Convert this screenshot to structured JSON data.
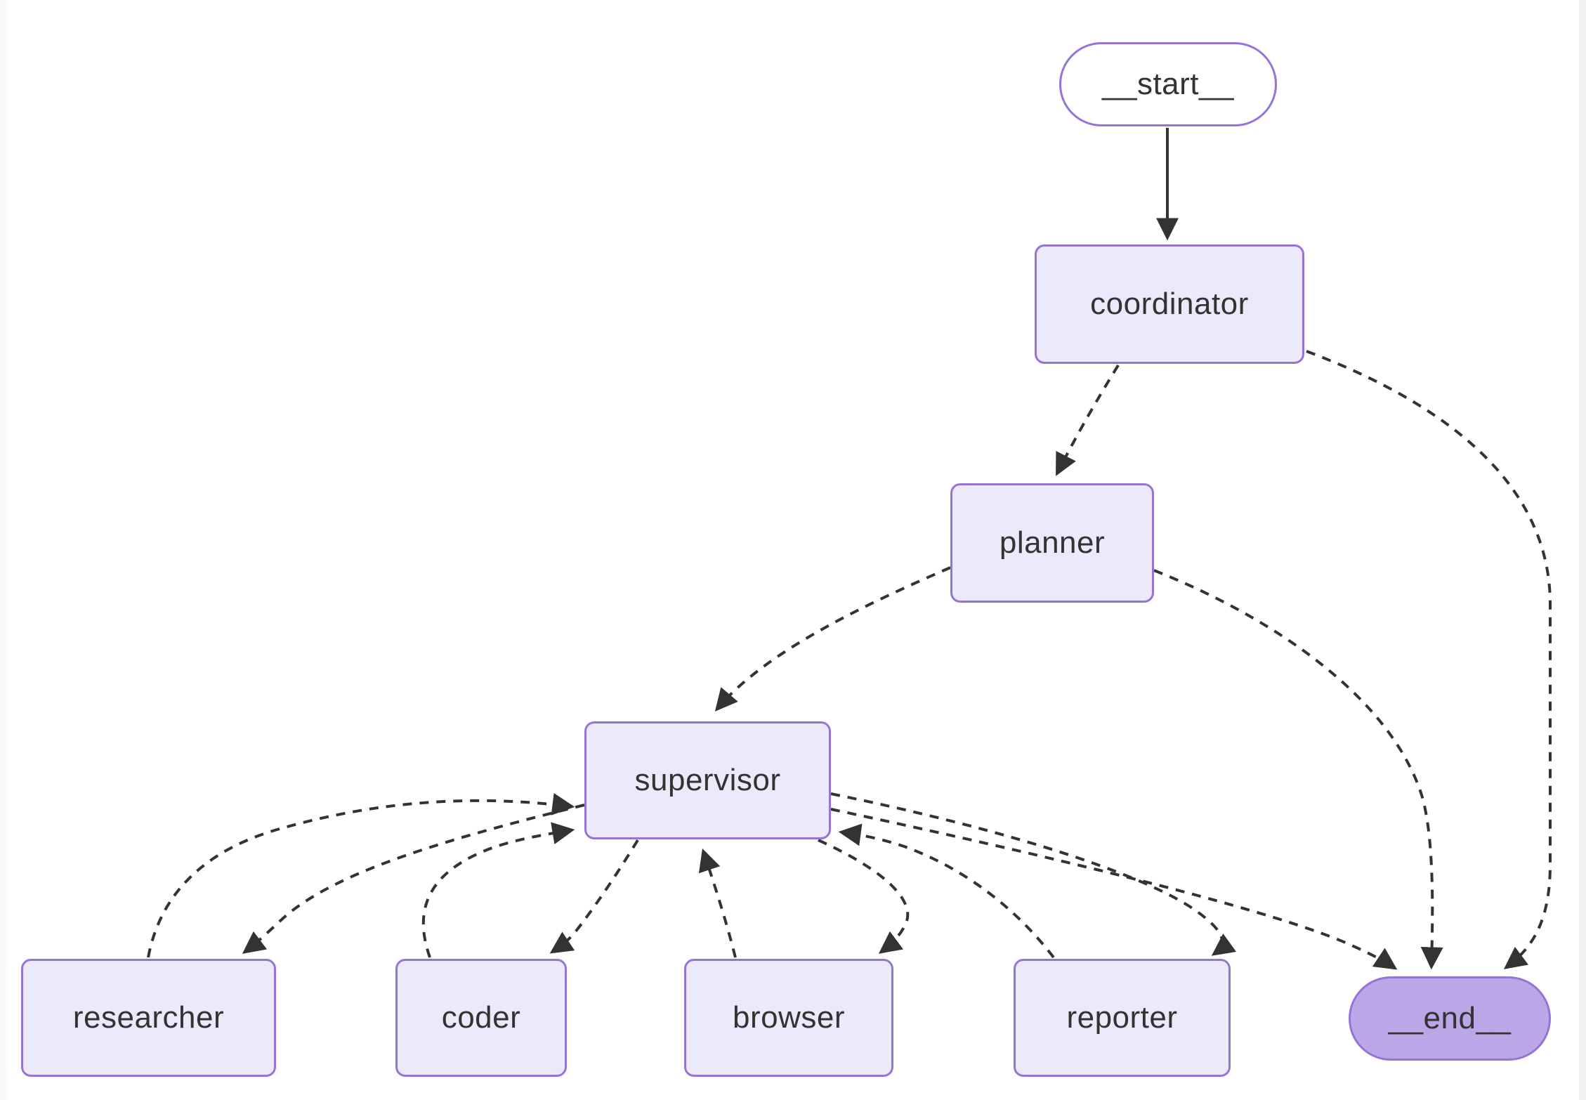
{
  "diagram": {
    "kind": "flowchart",
    "direction": "top-down",
    "nodes": [
      {
        "id": "__start__",
        "label": "__start__",
        "shape": "pill"
      },
      {
        "id": "coordinator",
        "label": "coordinator",
        "shape": "rect"
      },
      {
        "id": "planner",
        "label": "planner",
        "shape": "rect"
      },
      {
        "id": "supervisor",
        "label": "supervisor",
        "shape": "rect"
      },
      {
        "id": "researcher",
        "label": "researcher",
        "shape": "rect"
      },
      {
        "id": "coder",
        "label": "coder",
        "shape": "rect"
      },
      {
        "id": "browser",
        "label": "browser",
        "shape": "rect"
      },
      {
        "id": "reporter",
        "label": "reporter",
        "shape": "rect"
      },
      {
        "id": "__end__",
        "label": "__end__",
        "shape": "pill"
      }
    ],
    "edges": [
      {
        "from": "__start__",
        "to": "coordinator",
        "style": "solid"
      },
      {
        "from": "coordinator",
        "to": "planner",
        "style": "dotted"
      },
      {
        "from": "coordinator",
        "to": "__end__",
        "style": "dotted"
      },
      {
        "from": "planner",
        "to": "supervisor",
        "style": "dotted"
      },
      {
        "from": "planner",
        "to": "__end__",
        "style": "dotted"
      },
      {
        "from": "supervisor",
        "to": "researcher",
        "style": "dotted"
      },
      {
        "from": "supervisor",
        "to": "coder",
        "style": "dotted"
      },
      {
        "from": "supervisor",
        "to": "browser",
        "style": "dotted"
      },
      {
        "from": "supervisor",
        "to": "reporter",
        "style": "dotted"
      },
      {
        "from": "supervisor",
        "to": "__end__",
        "style": "dotted"
      },
      {
        "from": "researcher",
        "to": "supervisor",
        "style": "dotted"
      },
      {
        "from": "coder",
        "to": "supervisor",
        "style": "dotted"
      },
      {
        "from": "browser",
        "to": "supervisor",
        "style": "dotted"
      },
      {
        "from": "reporter",
        "to": "supervisor",
        "style": "dotted"
      }
    ],
    "colors": {
      "node_fill": "#ece9fa",
      "node_border": "#9673d6",
      "terminal_fill": "#bba7e8",
      "start_fill": "#ffffff",
      "edge_color": "#333333",
      "text_color": "#333333",
      "canvas_bg": "#ffffff"
    }
  }
}
